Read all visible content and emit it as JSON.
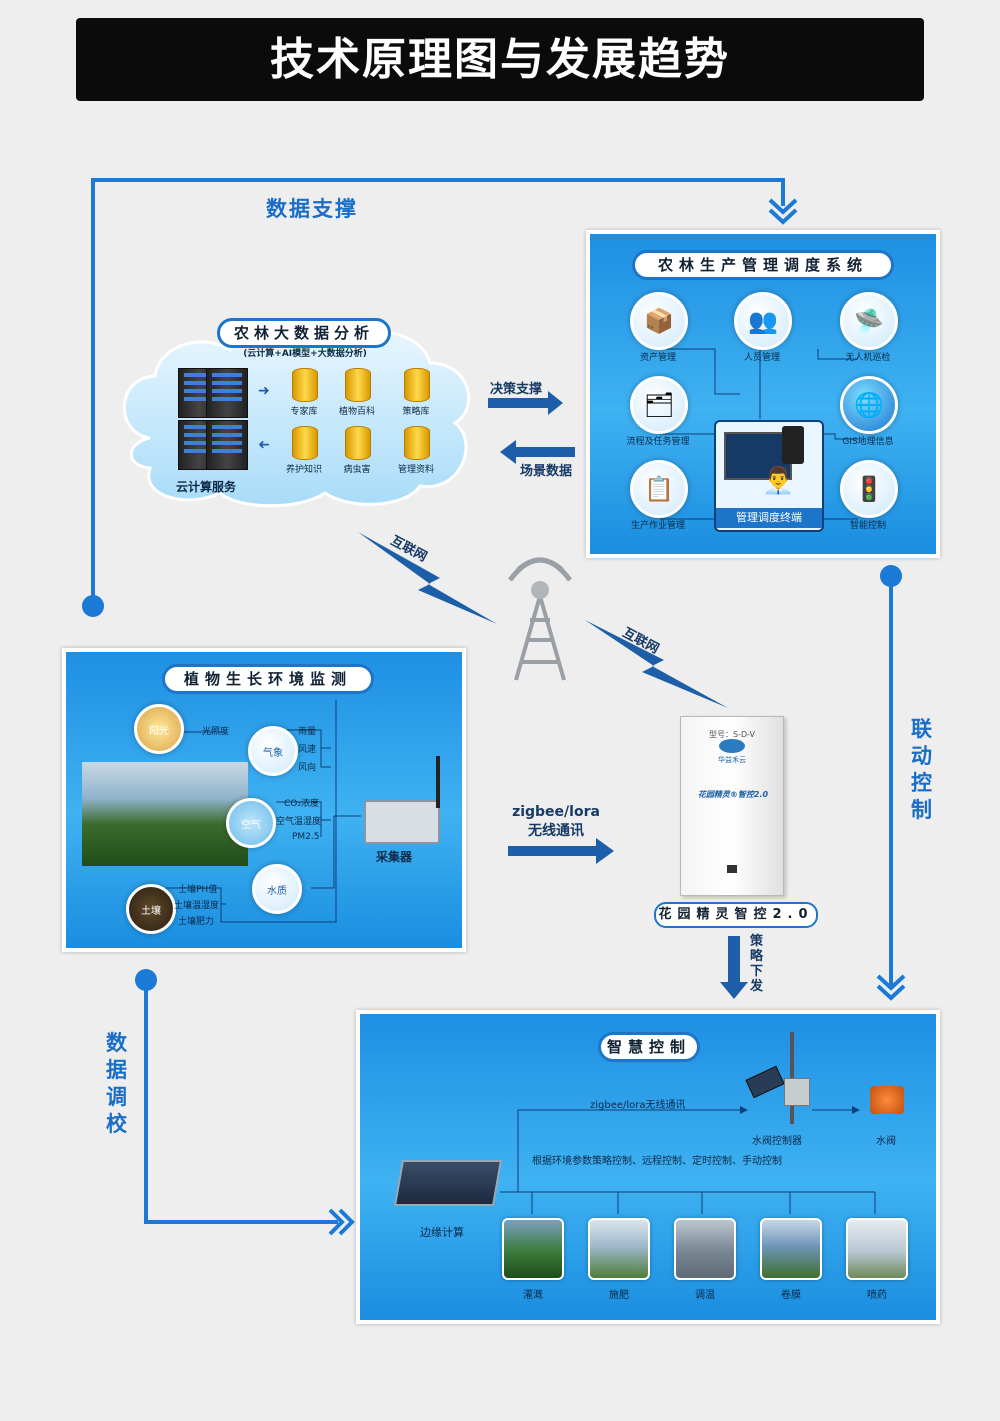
{
  "title": "技术原理图与发展趋势",
  "side_labels": {
    "data_support": "数据支撑",
    "linkage_control": "联动控制",
    "data_calibration": "数据调校",
    "decision_support": "决策支撑",
    "scene_data": "场景数据",
    "internet_1": "互联网",
    "internet_2": "互联网",
    "wireless_line1": "zigbee/lora",
    "wireless_line2": "无线通讯",
    "strategy": "策略下发"
  },
  "bigdata": {
    "title": "农林大数据分析",
    "subtitle": "(云计算+AI模型+大数据分析)",
    "cloud_label": "云计算服务",
    "dbs": [
      "专家库",
      "植物百科",
      "策略库",
      "养护知识",
      "病虫害",
      "管理资料"
    ]
  },
  "mgmt": {
    "title": "农林生产管理调度系统",
    "left_items": [
      "资产管理",
      "流程及任务管理",
      "生产作业管理"
    ],
    "top_middle": "人员管理",
    "right_items": [
      "无人机巡检",
      "GIS地理信息",
      "智能控制"
    ],
    "terminal": "管理调度终端"
  },
  "monitor": {
    "title": "植物生长环境监测",
    "sensor_groups": [
      {
        "bubble": "阳光",
        "items": [
          "光照度"
        ]
      },
      {
        "bubble": "气象",
        "items": [
          "雨量",
          "风速",
          "风向"
        ]
      },
      {
        "bubble": "空气",
        "items": [
          "CO₂浓度",
          "空气温湿度",
          "PM2.5"
        ]
      },
      {
        "bubble": "水质",
        "items": []
      },
      {
        "bubble": "土壤",
        "items": [
          "土壤PH值",
          "土壤温湿度",
          "土壤肥力"
        ]
      }
    ],
    "collector": "采集器"
  },
  "cabinet": {
    "brand": "华益禾云",
    "model": "花园精灵®智控2.0",
    "plate": "型号：S-D-V",
    "name": "花园精灵智控2.0"
  },
  "control": {
    "title": "智慧控制",
    "wireless": "zigbee/lora无线通讯",
    "strategy_text": "根据环境参数策略控制、远程控制、定时控制、手动控制",
    "valve_controller": "水阀控制器",
    "valve": "水阀",
    "edge": "边缘计算",
    "outputs": [
      "灌溉",
      "施肥",
      "调温",
      "卷膜",
      "喷药"
    ]
  },
  "colors": {
    "accent": "#1a6ec8",
    "title_bg": "#0b0b0b",
    "panel": "#1e8fe3"
  }
}
